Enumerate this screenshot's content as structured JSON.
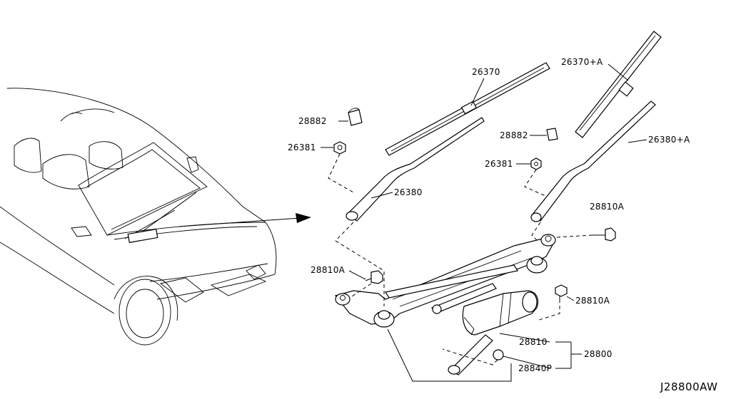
{
  "labels": {
    "blade_left": "26370",
    "blade_right": "26370+A",
    "cap_left": "28882",
    "cap_right": "28882",
    "nut_left": "26381",
    "nut_right": "26381",
    "arm_left": "26380",
    "arm_right": "26380+A",
    "bolt_upper_right": "28810A",
    "bolt_left": "28810A",
    "bolt_lower_right": "28810A",
    "linkage": "28810",
    "assembly": "28800",
    "motor": "28840P"
  },
  "diagram_code": "J28800AW"
}
